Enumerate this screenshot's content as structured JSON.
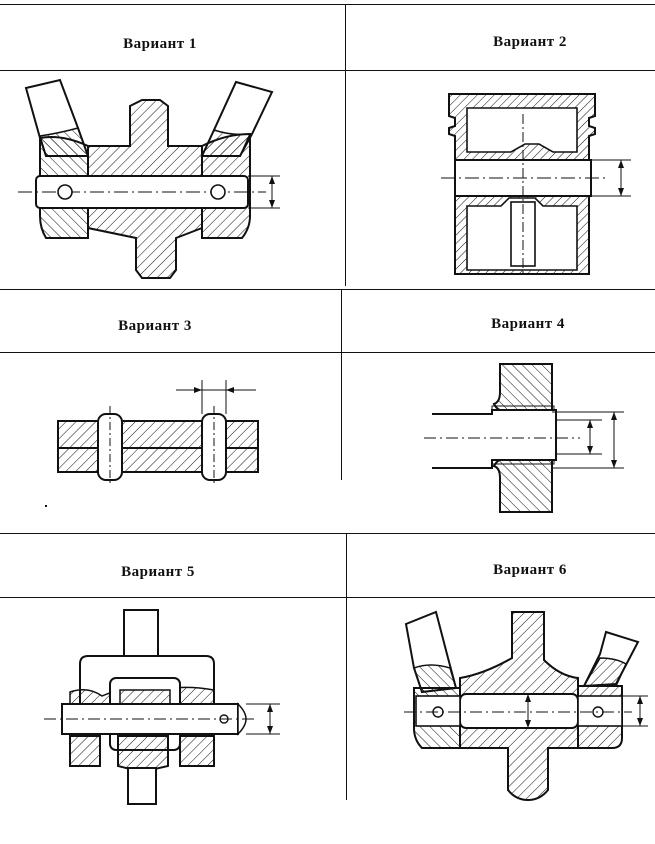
{
  "variants": [
    {
      "label": "Вариант  1"
    },
    {
      "label": "Вариант  2"
    },
    {
      "label": "Вариант  3"
    },
    {
      "label": "Вариант  4"
    },
    {
      "label": "Вариант  5"
    },
    {
      "label": "Вариант  6"
    }
  ]
}
